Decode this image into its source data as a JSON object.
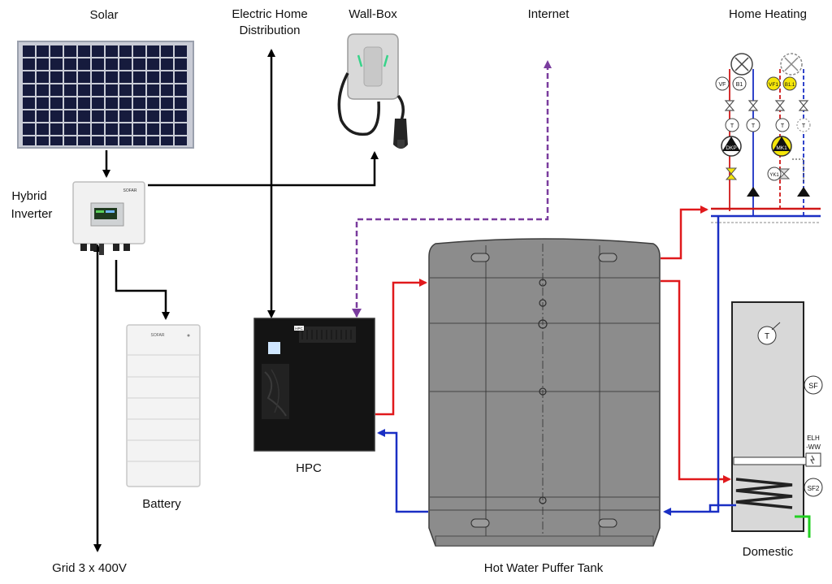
{
  "labels": {
    "solar": "Solar",
    "electric_home_distribution_1": "Electric Home",
    "electric_home_distribution_2": "Distribution",
    "wallbox": "Wall-Box",
    "internet": "Internet",
    "home_heating": "Home Heating",
    "hybrid_inverter_1": "Hybrid",
    "hybrid_inverter_2": "Inverter",
    "battery": "Battery",
    "hpc": "HPC",
    "grid": "Grid 3 x 400V",
    "puffer_tank": "Hot Water Puffer Tank",
    "domestic": "Domestic"
  },
  "equipment_text": {
    "inverter_brand": "SOFAR",
    "battery_brand": "SOFAR",
    "hpc_badge": "HPC",
    "heating_vf": "VF",
    "heating_b1": "B1",
    "heating_vf1": "VF1",
    "heating_b11": "B1.1",
    "heating_t": "T",
    "heating_dkp": "DKP",
    "heating_mk1": "MK1",
    "heating_yk1": "YK1",
    "domestic_t": "T",
    "domestic_sf": "SF",
    "domestic_elh_1": "ELH",
    "domestic_elh_2": "-WW",
    "domestic_sf2": "SF2"
  },
  "colors": {
    "power_line": "#000000",
    "internet_line": "#7a3c9e",
    "hot_water": "#e0191c",
    "cold_water": "#1a2fc4",
    "tank_fill": "#8c8c8c",
    "hpc_case": "#141414",
    "green_pipe": "#22d022"
  }
}
